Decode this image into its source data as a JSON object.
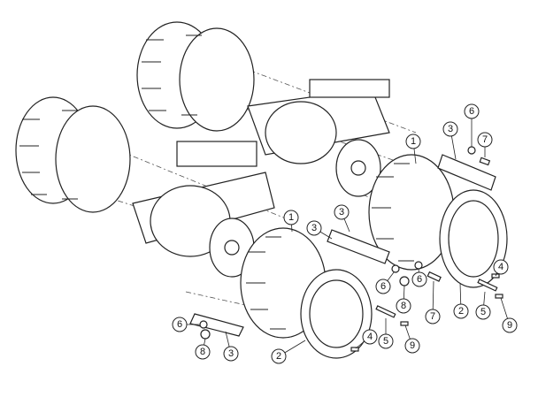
{
  "diagram": {
    "callouts": [
      {
        "label": "1",
        "part": "track-band"
      },
      {
        "label": "1",
        "part": "track-band"
      },
      {
        "label": "2",
        "part": "wheel-rim"
      },
      {
        "label": "2",
        "part": "wheel-rim"
      },
      {
        "label": "3",
        "part": "bracket"
      },
      {
        "label": "3",
        "part": "bracket"
      },
      {
        "label": "3",
        "part": "bracket"
      },
      {
        "label": "3",
        "part": "bracket"
      },
      {
        "label": "4",
        "part": "screw"
      },
      {
        "label": "4",
        "part": "screw"
      },
      {
        "label": "5",
        "part": "bolt"
      },
      {
        "label": "5",
        "part": "bolt"
      },
      {
        "label": "6",
        "part": "washer"
      },
      {
        "label": "6",
        "part": "washer"
      },
      {
        "label": "6",
        "part": "washer"
      },
      {
        "label": "6",
        "part": "washer"
      },
      {
        "label": "7",
        "part": "bolt"
      },
      {
        "label": "7",
        "part": "bolt"
      },
      {
        "label": "8",
        "part": "nut"
      },
      {
        "label": "8",
        "part": "nut"
      },
      {
        "label": "9",
        "part": "screw"
      },
      {
        "label": "9",
        "part": "screw"
      }
    ]
  }
}
